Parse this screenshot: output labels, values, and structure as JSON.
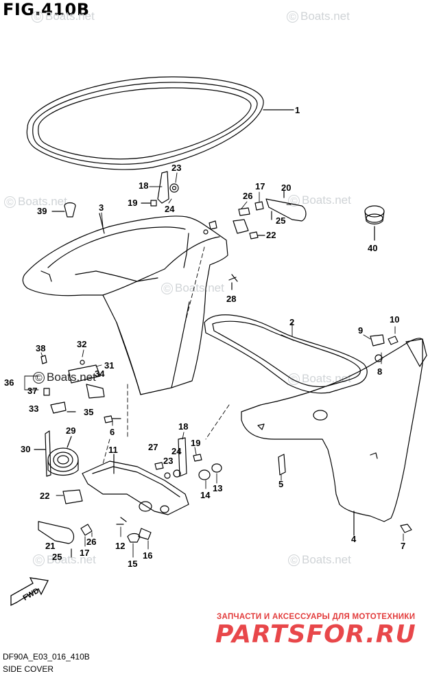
{
  "header": {
    "title": "FIG.410B"
  },
  "watermarks": [
    {
      "id": "wm1",
      "text": "Boats.net"
    },
    {
      "id": "wm2",
      "text": "Boats.net"
    },
    {
      "id": "wm3",
      "text": "Boats.net"
    },
    {
      "id": "wm4",
      "text": "Boats.net"
    },
    {
      "id": "wm5",
      "text": "Boats.net"
    },
    {
      "id": "wm6",
      "text": "Boats.net"
    },
    {
      "id": "wm7",
      "text": "Boats.net"
    },
    {
      "id": "wm8",
      "text": "Boats.net"
    },
    {
      "id": "wm9",
      "text": "Boats.net"
    }
  ],
  "callouts": [
    "1",
    "2",
    "3",
    "4",
    "5",
    "6",
    "7",
    "8",
    "9",
    "10",
    "11",
    "12",
    "13",
    "14",
    "15",
    "16",
    "17",
    "18",
    "19",
    "20",
    "21",
    "22",
    "23",
    "24",
    "25",
    "26",
    "27",
    "28",
    "29",
    "30",
    "31",
    "32",
    "33",
    "34",
    "35",
    "36",
    "37",
    "38",
    "39",
    "40"
  ],
  "fwd_label": "FWD",
  "footer": {
    "code": "DF90A_E03_016_410B",
    "name": "SIDE COVER"
  },
  "brand": {
    "subtitle": "ЗАПЧАСТИ И АКСЕССУАРЫ ДЛЯ МОТОТЕХНИКИ",
    "logo": "PARTSFOR.RU",
    "color": "#e8474a"
  }
}
